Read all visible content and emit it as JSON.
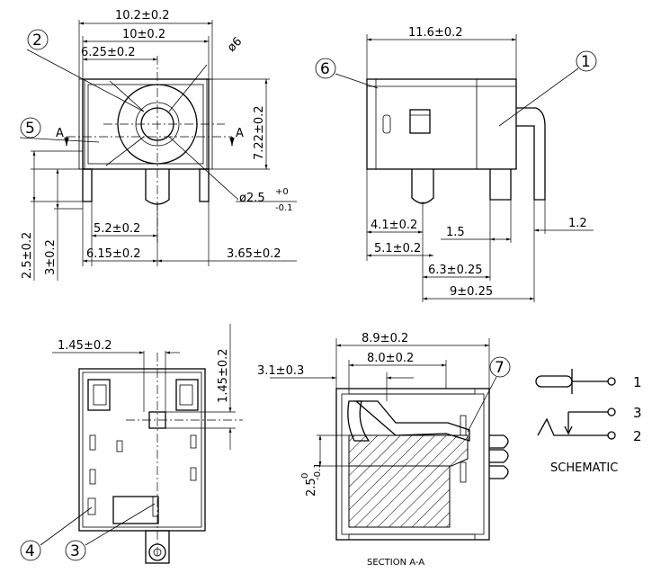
{
  "front_view": {
    "dims": {
      "w_10_2": "10.2±0.2",
      "w_10": "10±0.2",
      "w_6_25": "6.25±0.2",
      "dia_6": "ø6",
      "h_7_22": "7.22±0.2",
      "pin_dia_base": "ø2.5",
      "pin_dia_tol_top": "+0",
      "pin_dia_tol_bot": "-0.1",
      "d_5_2": "5.2±0.2",
      "d_2_5": "2.5±0.2",
      "d_3": "3±0.2",
      "d_6_15": "6.15±0.2",
      "d_3_65": "3.65±0.2"
    },
    "section_marks": {
      "left": "A",
      "right": "A"
    },
    "callouts": {
      "c2": "2",
      "c5": "5"
    }
  },
  "side_view": {
    "dims": {
      "w_11_6": "11.6±0.2",
      "d_4_1": "4.1±0.2",
      "d_5_1": "5.1±0.2",
      "d_1_5": "1.5",
      "d_1_2": "1.2",
      "d_6_3": "6.3±0.25",
      "d_9": "9±0.25"
    },
    "callouts": {
      "c1": "1",
      "c6": "6"
    }
  },
  "bottom_view": {
    "dims": {
      "d_1_45_h": "1.45±0.2",
      "d_1_45_v": "1.45±0.2"
    },
    "callouts": {
      "c3": "3",
      "c4": "4"
    }
  },
  "section_view": {
    "dims": {
      "d_8_9": "8.9±0.2",
      "d_8_0": "8.0±0.2",
      "d_3_1": "3.1±0.3",
      "d_2_5_base": "2.5",
      "d_2_5_tol_top": "0",
      "d_2_5_tol_bot": "-0.1"
    },
    "caption": "SECTION A-A",
    "callouts": {
      "c7": "7"
    }
  },
  "schematic": {
    "pins": [
      "1",
      "3",
      "2"
    ],
    "caption": "SCHEMATIC"
  }
}
